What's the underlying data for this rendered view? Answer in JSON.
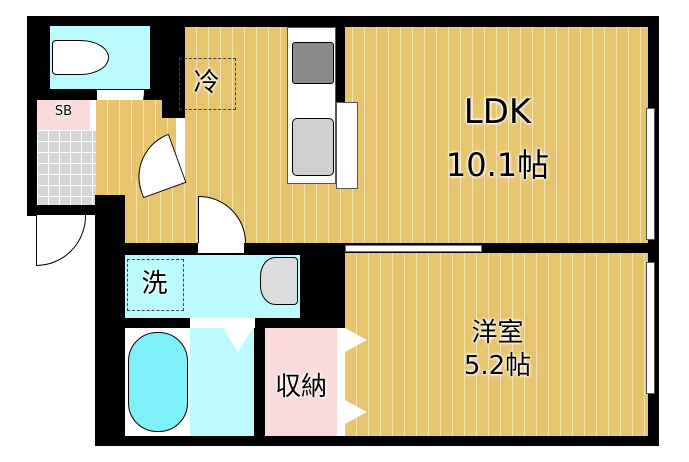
{
  "rooms": {
    "ldk": {
      "name": "LDK",
      "size": "10.1帖"
    },
    "western": {
      "name": "洋室",
      "size": "5.2帖"
    },
    "fridge": "冷",
    "washer": "洗",
    "storage": "収納",
    "shoe_box": "SB"
  },
  "colors": {
    "wood": "#e8c46e",
    "water": "#bcfbfd",
    "storage": "#fadada",
    "wall": "#000000"
  }
}
